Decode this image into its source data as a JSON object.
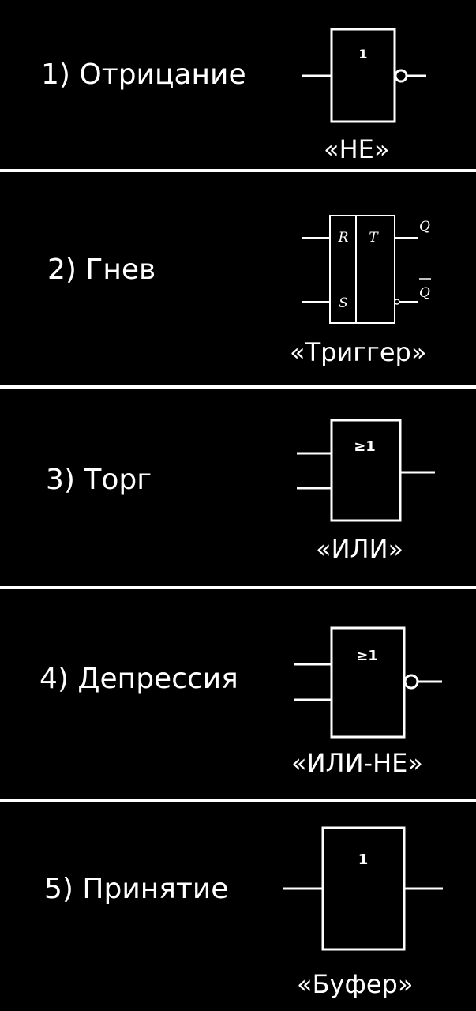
{
  "panels": [
    {
      "stage": "1) Отрицание",
      "gate_symbol": "1",
      "caption": "«НЕ»"
    },
    {
      "stage": "2) Гнев",
      "caption": "«Триггер»",
      "labels": {
        "r": "R",
        "s": "S",
        "t": "T",
        "q": "Q",
        "qbar": "Q"
      }
    },
    {
      "stage": "3) Торг",
      "gate_symbol": "≥1",
      "caption": "«ИЛИ»"
    },
    {
      "stage": "4) Депрессия",
      "gate_symbol": "≥1",
      "caption": "«ИЛИ-НЕ»"
    },
    {
      "stage": "5) Принятие",
      "gate_symbol": "1",
      "caption": "«Буфер»"
    }
  ],
  "colors": {
    "background": "#000000",
    "foreground": "#ffffff"
  }
}
